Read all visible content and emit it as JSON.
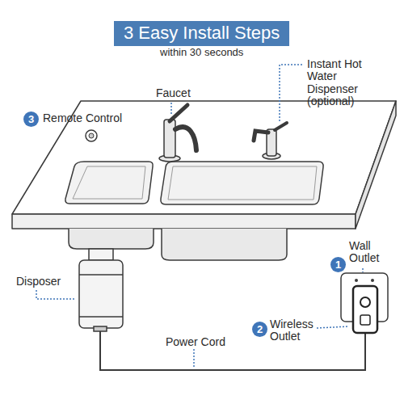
{
  "diagram": {
    "title": "3 Easy Install Steps",
    "labels": [
      "within 30 seconds",
      "Faucet",
      "Instant Hot Water Dispenser (optional)",
      "3",
      "Remote Control",
      "Wall Outlet",
      "1",
      "Disposer",
      "2",
      "Wireless Outlet",
      "Power Cord"
    ]
  }
}
